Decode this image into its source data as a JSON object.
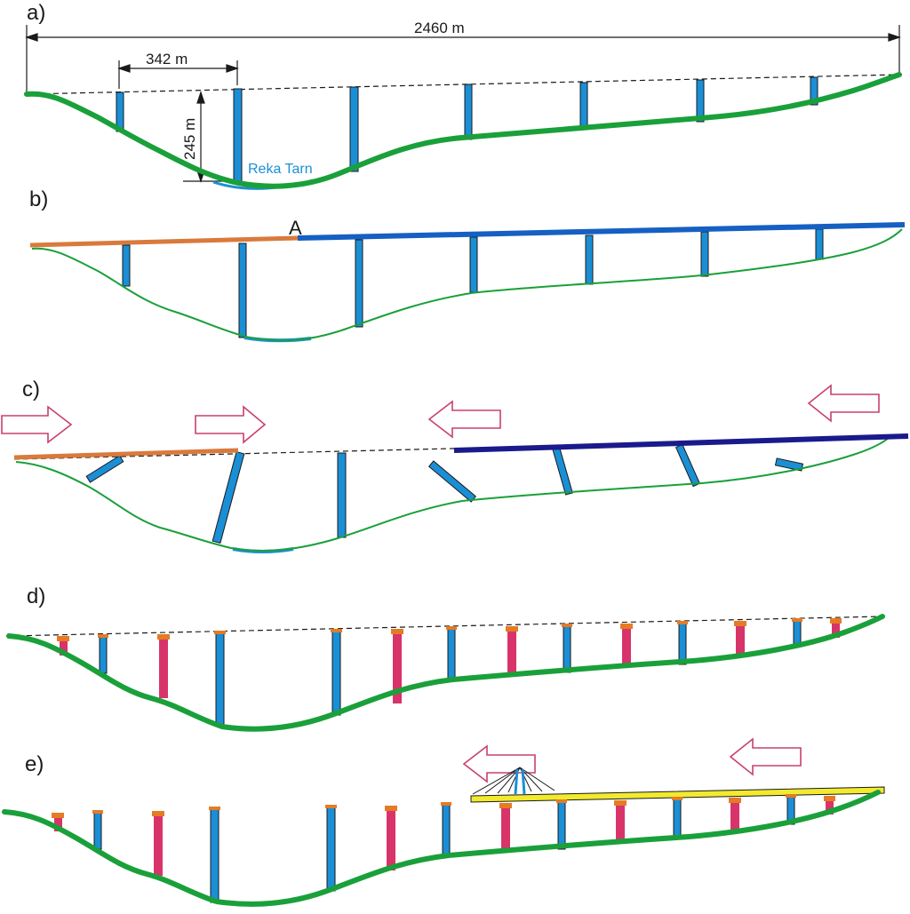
{
  "panels": {
    "a": {
      "label": "a)"
    },
    "b": {
      "label": "b)"
    },
    "c": {
      "label": "c)"
    },
    "d": {
      "label": "d)"
    },
    "e": {
      "label": "e)"
    }
  },
  "dimensions": {
    "total_length": "2460 m",
    "span_length": "342 m",
    "pier_height": "245 m"
  },
  "labels": {
    "river": "Reka Tarn",
    "point_a": "A"
  },
  "colors": {
    "ground": "#1aa03a",
    "pier": "#1b8fd6",
    "temp_pier": "#d8346a",
    "deck_left": "#d97a3c",
    "deck_right_b": "#1560c2",
    "deck_right_c": "#1a1a8c",
    "deck_e": "#f2ea2e",
    "arrow_outline": "#c8406e",
    "pier_cap": "#e57b25",
    "river_text": "#1b8fd6"
  },
  "icons": {
    "launch_arrow": "arrow-outline-icon"
  }
}
